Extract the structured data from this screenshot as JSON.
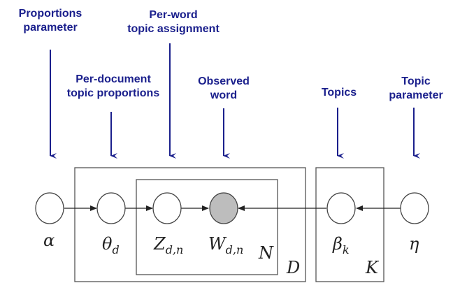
{
  "title": "LDA plate notation",
  "colors": {
    "annotation": "#1a1f8c",
    "edge": "#222222",
    "observed_fill": "#bdbdbd"
  },
  "annotations": [
    {
      "id": "alpha",
      "lines": [
        "Proportions",
        "parameter"
      ]
    },
    {
      "id": "theta",
      "lines": [
        "Per-document",
        "topic proportions"
      ]
    },
    {
      "id": "z",
      "lines": [
        "Per-word",
        "topic assignment"
      ]
    },
    {
      "id": "w",
      "lines": [
        "Observed",
        "word"
      ]
    },
    {
      "id": "beta",
      "lines": [
        "Topics"
      ]
    },
    {
      "id": "eta",
      "lines": [
        "Topic",
        "parameter"
      ]
    }
  ],
  "nodes": [
    {
      "id": "alpha",
      "symbol": "α",
      "sub": "",
      "observed": false
    },
    {
      "id": "theta",
      "symbol": "θ",
      "sub": "d",
      "observed": false
    },
    {
      "id": "z",
      "symbol": "Z",
      "sub": "d,n",
      "observed": false
    },
    {
      "id": "w",
      "symbol": "W",
      "sub": "d,n",
      "observed": true
    },
    {
      "id": "beta",
      "symbol": "β",
      "sub": "k",
      "observed": false
    },
    {
      "id": "eta",
      "symbol": "η",
      "sub": "",
      "observed": false
    }
  ],
  "edges": [
    [
      "alpha",
      "theta"
    ],
    [
      "theta",
      "z"
    ],
    [
      "z",
      "w"
    ],
    [
      "beta",
      "w"
    ],
    [
      "eta",
      "beta"
    ]
  ],
  "plates": [
    {
      "id": "N",
      "label": "N"
    },
    {
      "id": "D",
      "label": "D"
    },
    {
      "id": "K",
      "label": "K"
    }
  ]
}
